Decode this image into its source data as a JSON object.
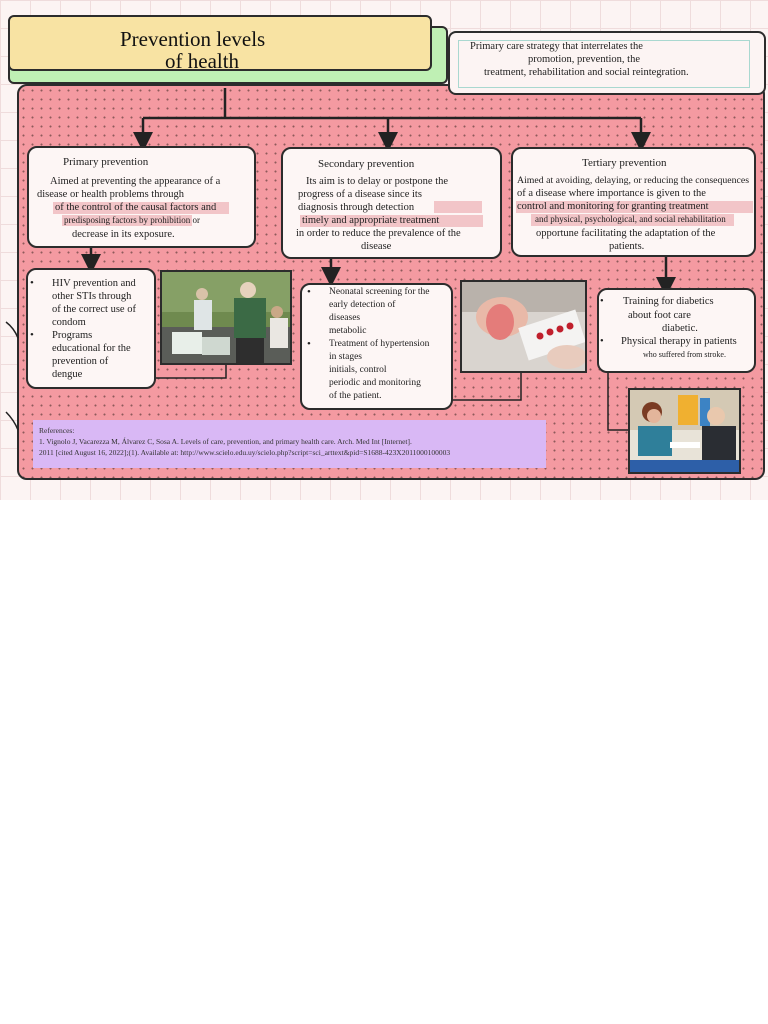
{
  "title": {
    "line1": "Prevention levels",
    "line2": "of health"
  },
  "definition": {
    "lines": [
      "Primary care strategy that interrelates the",
      "promotion, prevention, the",
      "treatment, rehabilitation and social reintegration."
    ]
  },
  "primary": {
    "heading": "Primary prevention",
    "lines": [
      "Aimed at preventing the appearance of a",
      "disease or health problems through",
      "of the control of the causal factors and",
      "predisposing factors by prohibition or",
      "decrease in its exposure."
    ],
    "bullets": [
      [
        "HIV prevention and",
        "other STIs through",
        "of the correct use of",
        "condom"
      ],
      [
        "Programs",
        "educational for the",
        "prevention of",
        "dengue"
      ]
    ]
  },
  "secondary": {
    "heading": "Secondary prevention",
    "lines": [
      "Its aim is to delay or postpone the",
      "progress of a disease since its",
      "diagnosis through detection",
      "timely and appropriate treatment",
      "in order to reduce the prevalence of the",
      "disease"
    ],
    "bullets": [
      [
        "Neonatal screening for the",
        "early detection of",
        "diseases",
        "metabolic"
      ],
      [
        "Treatment of hypertension",
        "in stages",
        "initials, control",
        "periodic and monitoring",
        "of the patient."
      ]
    ]
  },
  "tertiary": {
    "heading": "Tertiary prevention",
    "lines": [
      "Aimed at avoiding, delaying, or reducing the consequences",
      "of a disease where importance is given to the",
      "control and monitoring for granting treatment",
      "and physical, psychological, and social rehabilitation",
      "opportune facilitating the adaptation of the",
      "patients."
    ],
    "bullets": [
      {
        "lines": [
          "Training for diabetics",
          "about foot care",
          "diabetic."
        ]
      },
      {
        "lines": [
          "Physical therapy in patients",
          "who suffered from stroke."
        ]
      }
    ]
  },
  "references": {
    "lines": [
      "References:",
      "1. Vignolo J, Vacarezza M, Álvarez C, Sosa A. Levels of care, prevention, and primary health care. Arch. Med Int [Internet].",
      "2011 [cited August 16, 2022];(1). Available at: http://www.scielo.edu.uy/scielo.php?script=sci_arttext&pid=S1688-423X2011000100003"
    ]
  },
  "colors": {
    "panel": "#f49aa1",
    "title_box": "#f8e3a3",
    "title_back": "#bff0b4",
    "references_box": "#d9b8f5",
    "highlight": "#f2c5c8"
  },
  "icons": [
    "bullet-icon",
    "arrow-down-icon"
  ]
}
